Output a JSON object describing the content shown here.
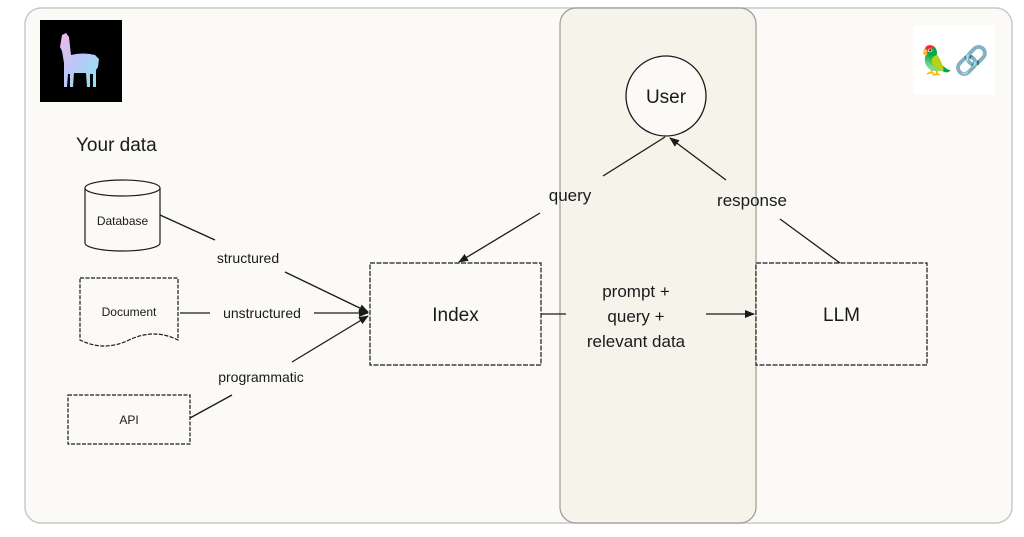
{
  "logos": {
    "left": "llama-logo",
    "right": "parrot-link-logo",
    "right_glyphs": "🦜🔗"
  },
  "sources": {
    "title": "Your data",
    "database": "Database",
    "document": "Document",
    "api": "API"
  },
  "edges": {
    "structured": "structured",
    "unstructured": "unstructured",
    "programmatic": "programmatic",
    "query": "query",
    "response": "response",
    "prompt_lines": [
      "prompt +",
      "query +",
      "relevant data"
    ]
  },
  "nodes": {
    "user": "User",
    "index": "Index",
    "llm": "LLM"
  },
  "colors": {
    "panel": "#fbfaf6",
    "middle_panel": "#f6f3ea",
    "stroke": "#1a1a1a"
  }
}
